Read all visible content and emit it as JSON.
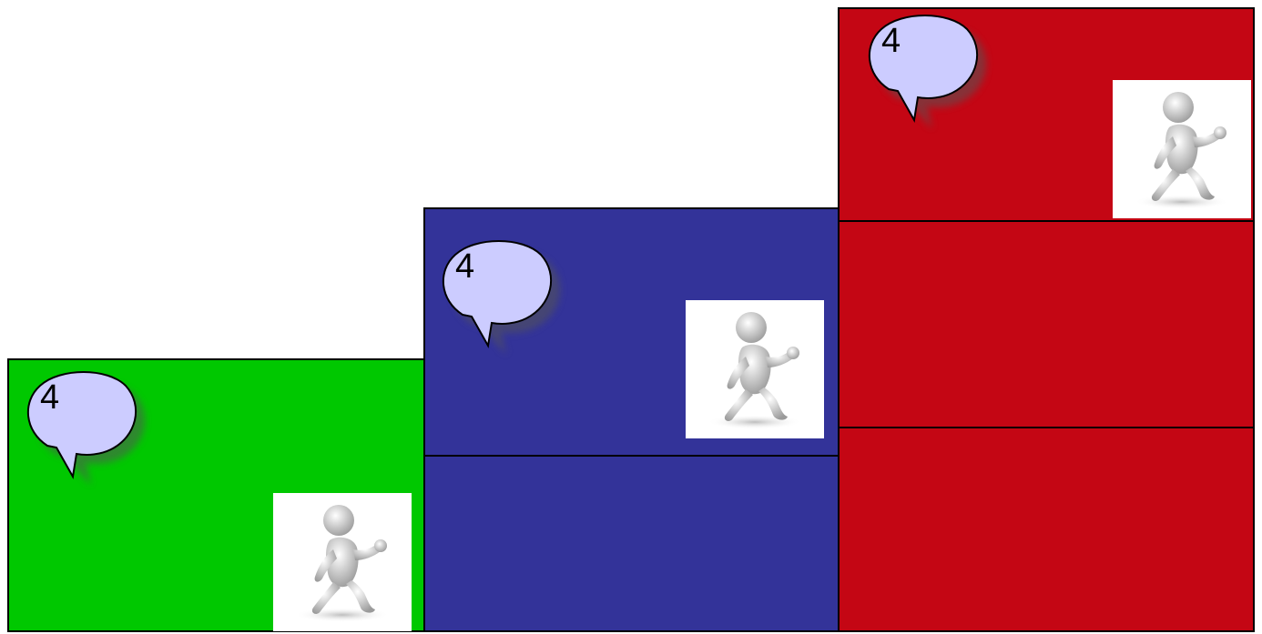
{
  "colors": {
    "green": "#00c800",
    "blue": "#333399",
    "red": "#c40614",
    "bubble_fill": "#ccccff"
  },
  "steps": [
    {
      "color_name": "green",
      "bubble_label": "4",
      "icon": "running-person-icon"
    },
    {
      "color_name": "blue",
      "bubble_label": "4",
      "icon": "running-person-icon"
    },
    {
      "color_name": "red",
      "bubble_label": "4",
      "icon": "running-person-icon"
    }
  ]
}
